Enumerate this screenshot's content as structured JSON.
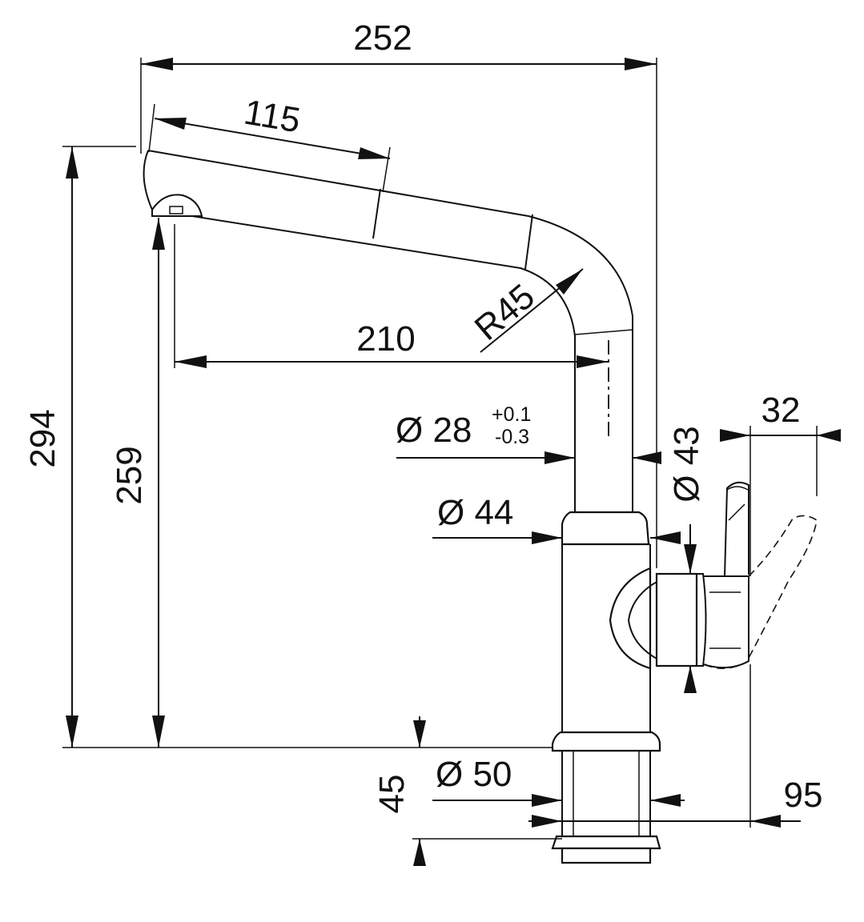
{
  "dimensions": {
    "total_width": "252",
    "spout_extension": "115",
    "total_height": "294",
    "spout_height": "259",
    "spout_reach": "210",
    "bend_radius": "R45",
    "tube_diameter": "Ø 28",
    "tube_tol_plus": "+0.1",
    "tube_tol_minus": "-0.3",
    "body_diameter": "Ø 44",
    "lever_diameter": "Ø 43",
    "lever_width": "32",
    "base_diameter": "Ø 50",
    "base_height": "45",
    "lever_reach": "95"
  },
  "colors": {
    "line": "#111111",
    "background": "#ffffff"
  }
}
